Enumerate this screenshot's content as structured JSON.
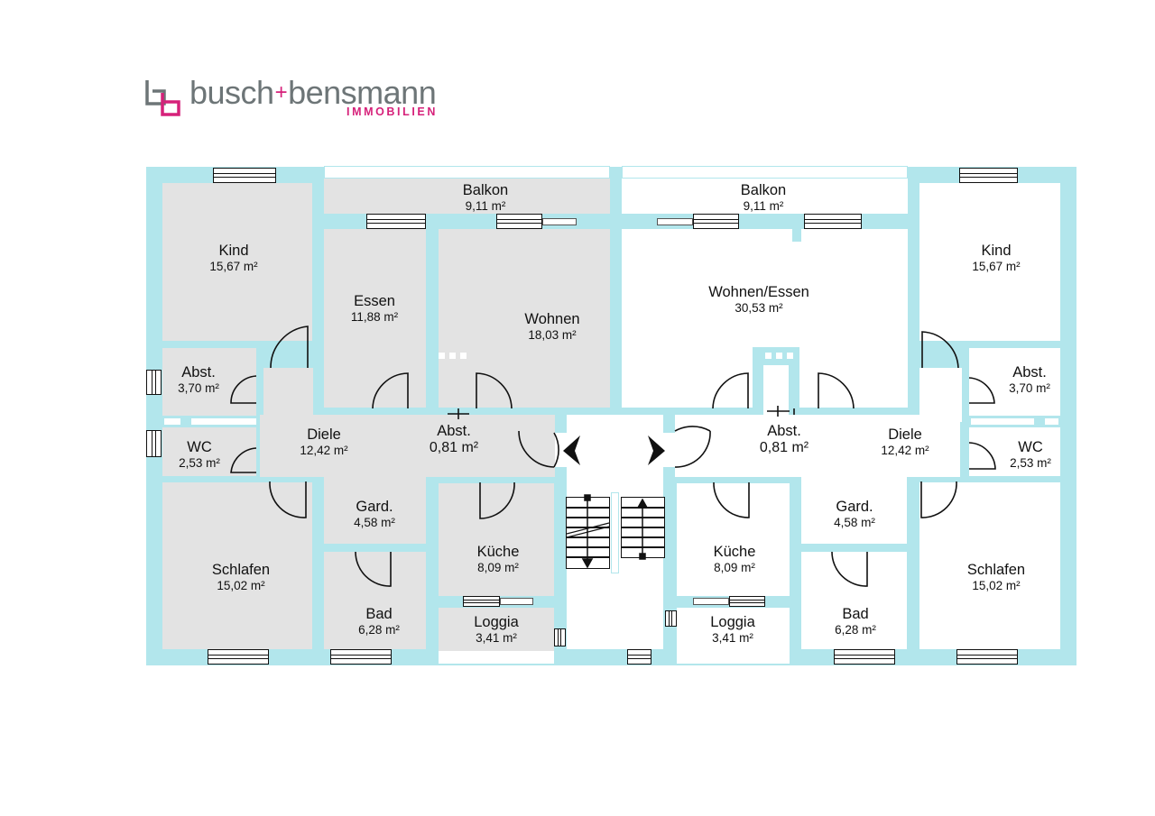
{
  "logo": {
    "brand_left": "busch",
    "brand_plus": "+",
    "brand_right": "bensmann",
    "subtitle": "IMMOBILIEN",
    "colors": {
      "grey": "#6d7577",
      "magenta": "#d6217a"
    }
  },
  "colors": {
    "wall": "#b2e6ec",
    "left_unit_floor": "#e3e3e3",
    "right_unit_floor": "#ffffff",
    "lines": "#111111"
  },
  "units": {
    "left": {
      "rooms": [
        {
          "name": "Balkon",
          "area": "9,11 m²"
        },
        {
          "name": "Kind",
          "area": "15,67 m²"
        },
        {
          "name": "Essen",
          "area": "11,88 m²"
        },
        {
          "name": "Wohnen",
          "area": "18,03 m²"
        },
        {
          "name": "Abst.",
          "area": "3,70 m²"
        },
        {
          "name": "WC",
          "area": "2,53 m²"
        },
        {
          "name": "Diele",
          "area": "12,42 m²"
        },
        {
          "name": "Abst.",
          "area": "0,81 m²"
        },
        {
          "name": "Gard.",
          "area": "4,58 m²"
        },
        {
          "name": "Küche",
          "area": "8,09 m²"
        },
        {
          "name": "Schlafen",
          "area": "15,02 m²"
        },
        {
          "name": "Bad",
          "area": "6,28 m²"
        },
        {
          "name": "Loggia",
          "area": "3,41 m²"
        }
      ]
    },
    "right": {
      "rooms": [
        {
          "name": "Balkon",
          "area": "9,11 m²"
        },
        {
          "name": "Wohnen/Essen",
          "area": "30,53 m²"
        },
        {
          "name": "Kind",
          "area": "15,67 m²"
        },
        {
          "name": "Abst.",
          "area": "3,70 m²"
        },
        {
          "name": "Abst.",
          "area": "0,81 m²"
        },
        {
          "name": "Diele",
          "area": "12,42 m²"
        },
        {
          "name": "WC",
          "area": "2,53 m²"
        },
        {
          "name": "Gard.",
          "area": "4,58 m²"
        },
        {
          "name": "Küche",
          "area": "8,09 m²"
        },
        {
          "name": "Schlafen",
          "area": "15,02 m²"
        },
        {
          "name": "Bad",
          "area": "6,28 m²"
        },
        {
          "name": "Loggia",
          "area": "3,41 m²"
        }
      ]
    }
  },
  "stairwell": {
    "entry_arrows": [
      "arrow-left-icon",
      "arrow-right-icon"
    ],
    "stairs": [
      "stairs-down",
      "stairs-up"
    ]
  }
}
